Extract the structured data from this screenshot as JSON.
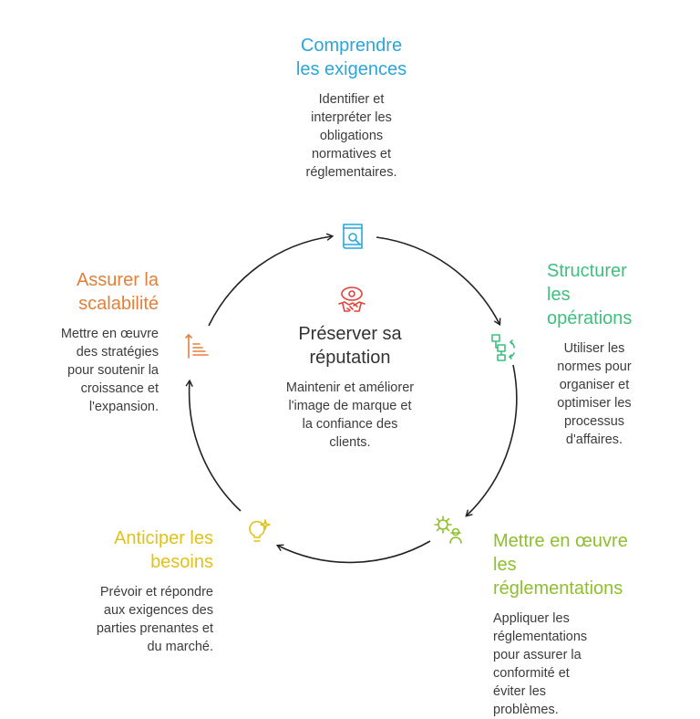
{
  "colors": {
    "blue": "#2aa6d9",
    "green": "#3fbf7f",
    "lime": "#8fbf2f",
    "yellow": "#e0c21a",
    "orange": "#e2803a",
    "red": "#e0443c",
    "text": "#333333",
    "desc": "#3c3c3c",
    "arrow": "#222222"
  },
  "center": {
    "icon": "handshake-eye-icon",
    "title": "Préserver sa réputation",
    "desc": "Maintenir et améliorer l'image de marque et la confiance des clients."
  },
  "steps": [
    {
      "id": "comprendre",
      "icon": "book-search-icon",
      "title": "Comprendre les exigences",
      "desc": "Identifier et interpréter les obligations normatives et réglementaires."
    },
    {
      "id": "structurer",
      "icon": "flowchart-icon",
      "title": "Structurer les opérations",
      "desc": "Utiliser les normes pour organiser et optimiser les processus d'affaires."
    },
    {
      "id": "mettre",
      "icon": "gear-worker-icon",
      "title": "Mettre en œuvre les réglementations",
      "desc": "Appliquer les réglementations pour assurer la conformité et éviter les problèmes."
    },
    {
      "id": "anticiper",
      "icon": "lightbulb-sparkle-icon",
      "title": "Anticiper les besoins",
      "desc": "Prévoir et répondre aux exigences des parties prenantes et du marché."
    },
    {
      "id": "assurer",
      "icon": "growth-list-icon",
      "title": "Assurer la scalabilité",
      "desc": "Mettre en œuvre des stratégies pour soutenir la croissance et l'expansion."
    }
  ]
}
